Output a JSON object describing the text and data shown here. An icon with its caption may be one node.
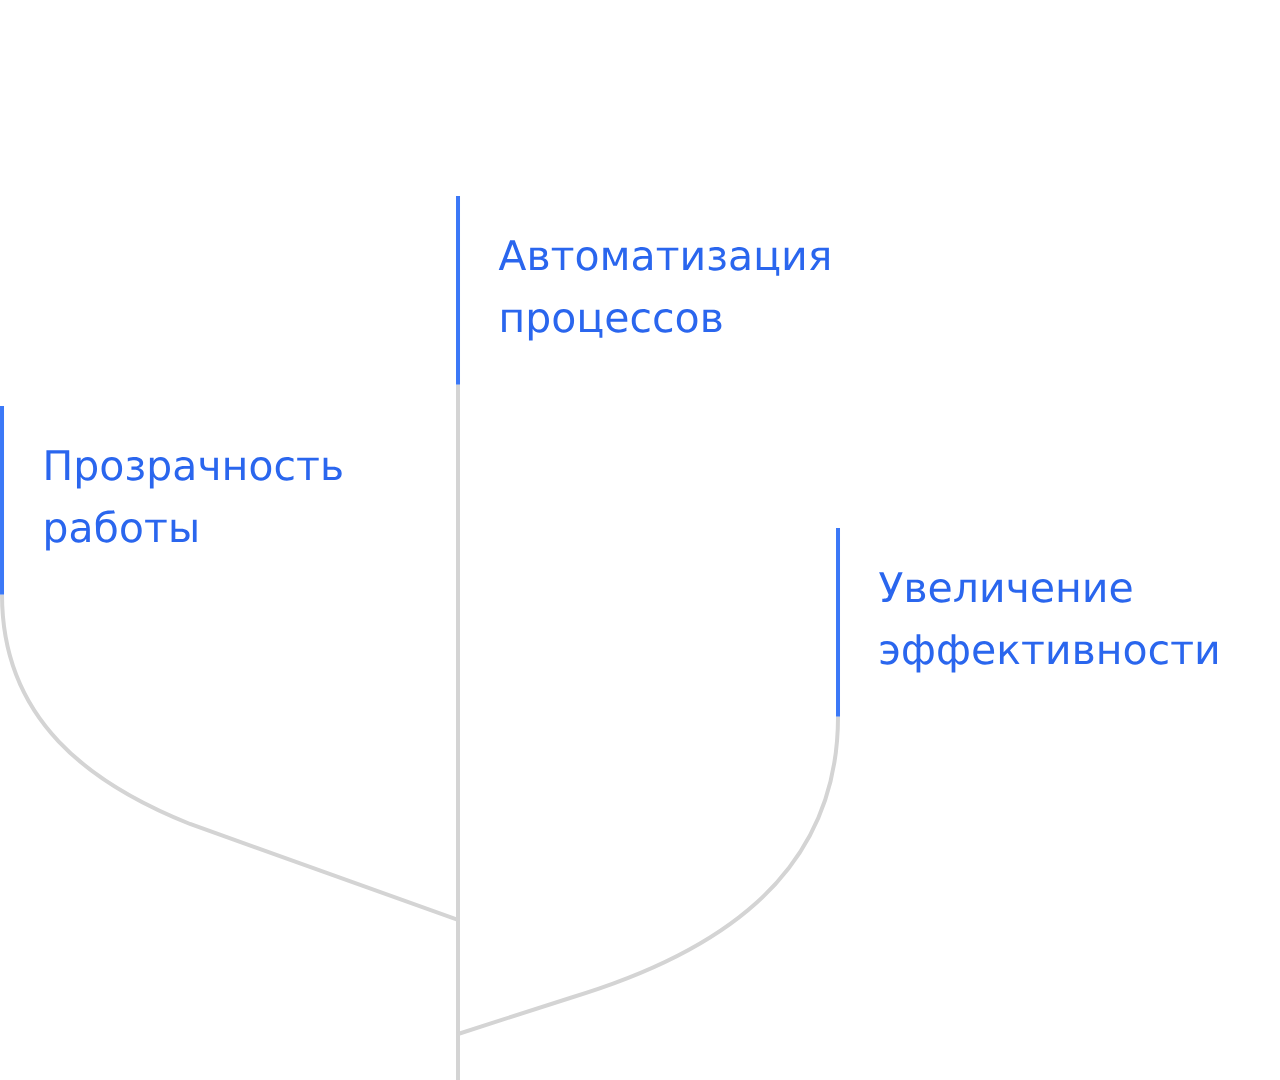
{
  "diagram": {
    "nodes": [
      {
        "text": [
          "Автоматизация процессов"
        ]
      },
      {
        "text": [
          "Прозрачность работы"
        ]
      },
      {
        "text": [
          "Увеличение эффективности"
        ]
      }
    ],
    "edges": [
      {
        "from": 0,
        "to": null,
        "arrow": "none"
      },
      {
        "from": 1,
        "to": null,
        "arrow": "none"
      },
      {
        "from": 2,
        "to": null,
        "arrow": "none"
      }
    ]
  }
}
